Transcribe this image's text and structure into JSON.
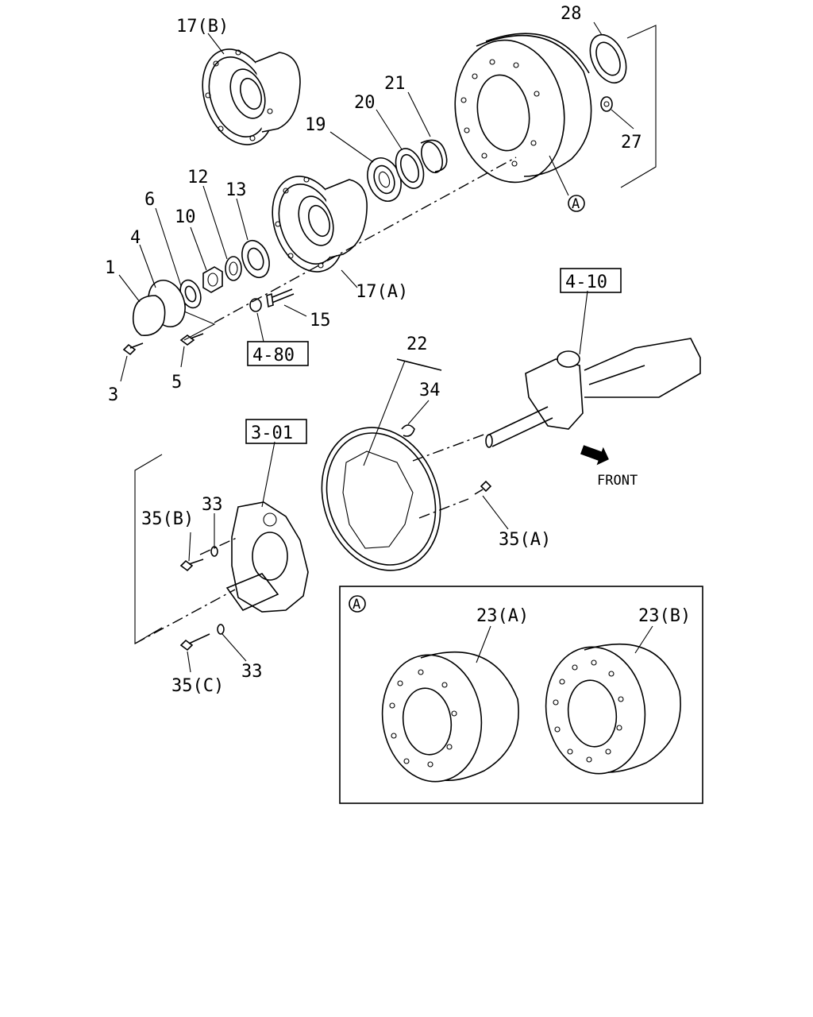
{
  "callouts": {
    "c1": "1",
    "c3": "3",
    "c4": "4",
    "c5": "5",
    "c6": "6",
    "c10": "10",
    "c12": "12",
    "c13": "13",
    "c15": "15",
    "c17a": "17(A)",
    "c17b": "17(B)",
    "c19": "19",
    "c20": "20",
    "c21": "21",
    "c22": "22",
    "c27": "27",
    "c28": "28",
    "c33a": "33",
    "c33b": "33",
    "c34": "34",
    "c35a": "35(A)",
    "c35b": "35(B)",
    "c35c": "35(C)",
    "c23a": "23(A)",
    "c23b": "23(B)",
    "circleA": "A",
    "insetA": "A"
  },
  "references": {
    "r480": "4-80",
    "r410": "4-10",
    "r301": "3-01"
  },
  "direction_label": "FRONT"
}
